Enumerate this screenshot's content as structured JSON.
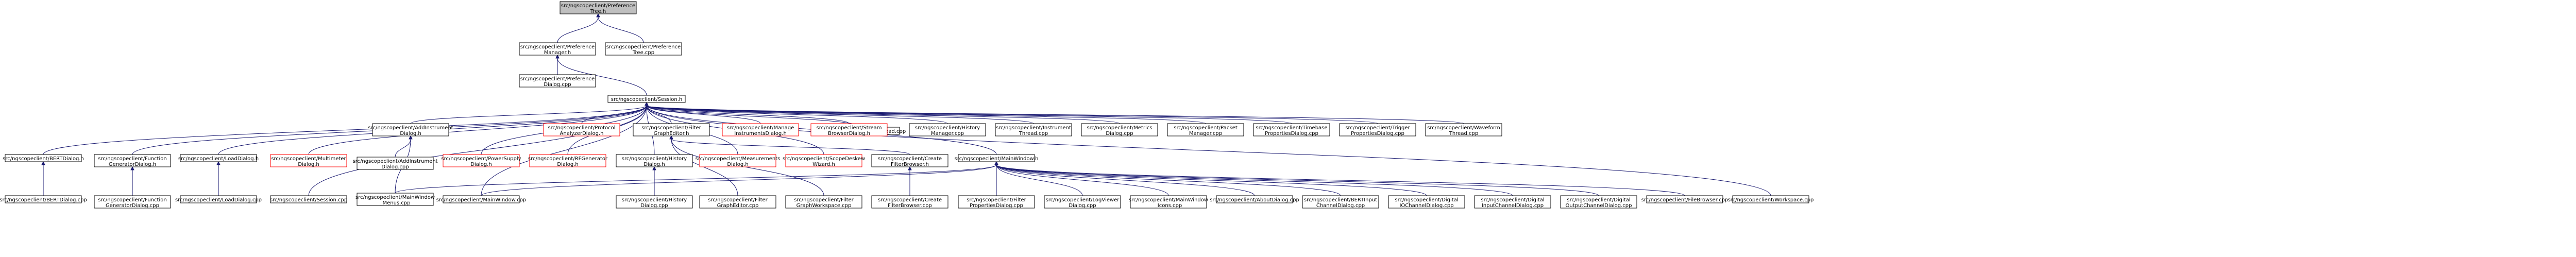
{
  "colors": {
    "edge": "#191970",
    "root_fill": "#bfbfbf",
    "highlight_border": "#ff0000"
  },
  "nodes": {
    "pref_h": [
      "src/ngscopeclient/Preference",
      "Tree.h"
    ],
    "prefmgr_h": [
      "src/ngscopeclient/Preference",
      "Manager.h"
    ],
    "preftree_cpp": [
      "src/ngscopeclient/Preference",
      "Tree.cpp"
    ],
    "prefdlg_cpp": [
      "src/ngscopeclient/Preference",
      "Dialog.cpp"
    ],
    "session_h": [
      "src/ngscopeclient/Session.h"
    ],
    "bertthread_cpp": [
      "src/ngscopeclient/BERTThread.cpp"
    ],
    "histmgr_cpp": [
      "src/ngscopeclient/History",
      "Manager.cpp"
    ],
    "instthread_cpp": [
      "src/ngscopeclient/Instrument",
      "Thread.cpp"
    ],
    "metrics_cpp": [
      "src/ngscopeclient/Metrics",
      "Dialog.cpp"
    ],
    "packetmgr_cpp": [
      "src/ngscopeclient/Packet",
      "Manager.cpp"
    ],
    "timebase_cpp": [
      "src/ngscopeclient/Timebase",
      "PropertiesDialog.cpp"
    ],
    "trigger_cpp": [
      "src/ngscopeclient/Trigger",
      "PropertiesDialog.cpp"
    ],
    "waveform_cpp": [
      "src/ngscopeclient/Waveform",
      "Thread.cpp"
    ],
    "addinst_h": [
      "src/ngscopeclient/AddInstrument",
      "Dialog.h"
    ],
    "protocol_h": [
      "src/ngscopeclient/Protocol",
      "AnalyzerDialog.h"
    ],
    "filtergraph_h": [
      "src/ngscopeclient/Filter",
      "GraphEditor.h"
    ],
    "manageinst_h": [
      "src/ngscopeclient/Manage",
      "InstrumentsDialog.h"
    ],
    "streambrowser_h": [
      "src/ngscopeclient/Stream",
      "BrowserDialog.h"
    ],
    "bertdlg_h": [
      "src/ngscopeclient/BERTDialog.h"
    ],
    "funcgen_h": [
      "src/ngscopeclient/Function",
      "GeneratorDialog.h"
    ],
    "loaddlg_h": [
      "src/ngscopeclient/LoadDialog.h"
    ],
    "multimeter_h": [
      "src/ngscopeclient/Multimeter",
      "Dialog.h"
    ],
    "addinst_cpp": [
      "src/ngscopeclient/AddInstrument",
      "Dialog.cpp"
    ],
    "powersupply_h": [
      "src/ngscopeclient/PowerSupply",
      "Dialog.h"
    ],
    "rfgen_h": [
      "src/ngscopeclient/RFGenerator",
      "Dialog.h"
    ],
    "history_h": [
      "src/ngscopeclient/History",
      "Dialog.h"
    ],
    "measurements_h": [
      "src/ngscopeclient/Measurements",
      "Dialog.h"
    ],
    "deskew_h": [
      "src/ngscopeclient/ScopeDeskew",
      "Wizard.h"
    ],
    "createfilter_h": [
      "src/ngscopeclient/Create",
      "FilterBrowser.h"
    ],
    "mainwindow_h": [
      "src/ngscopeclient/MainWindow.h"
    ],
    "bertdlg_cpp": [
      "src/ngscopeclient/BERTDialog.cpp"
    ],
    "funcgen_cpp": [
      "src/ngscopeclient/Function",
      "GeneratorDialog.cpp"
    ],
    "loaddlg_cpp": [
      "src/ngscopeclient/LoadDialog.cpp"
    ],
    "session_cpp": [
      "src/ngscopeclient/Session.cpp"
    ],
    "menus_cpp": [
      "src/ngscopeclient/MainWindow",
      "_Menus.cpp"
    ],
    "mainwindow_cpp": [
      "src/ngscopeclient/MainWindow.cpp"
    ],
    "history_cpp": [
      "src/ngscopeclient/History",
      "Dialog.cpp"
    ],
    "graphfilter_cpp": [
      "src/ngscopeclient/Filter",
      "GraphEditor.cpp"
    ],
    "graphworkspace_cpp": [
      "src/ngscopeclient/Filter",
      "GraphWorkspace.cpp"
    ],
    "createfilter_cpp": [
      "src/ngscopeclient/Create",
      "FilterBrowser.cpp"
    ],
    "filterprops_cpp": [
      "src/ngscopeclient/Filter",
      "PropertiesDialog.cpp"
    ],
    "logviewer_cpp": [
      "src/ngscopeclient/LogViewer",
      "Dialog.cpp"
    ],
    "icons_cpp": [
      "src/ngscopeclient/MainWindow",
      "_Icons.cpp"
    ],
    "about_cpp": [
      "src/ngscopeclient/AboutDialog.cpp"
    ],
    "bertinput_cpp": [
      "src/ngscopeclient/BERTInput",
      "ChannelDialog.cpp"
    ],
    "digitalio_cpp": [
      "src/ngscopeclient/Digital",
      "IOChannelDialog.cpp"
    ],
    "digitalin_cpp": [
      "src/ngscopeclient/Digital",
      "InputChannelDialog.cpp"
    ],
    "digitalout_cpp": [
      "src/ngscopeclient/Digital",
      "OutputChannelDialog.cpp"
    ],
    "filebrowser_cpp": [
      "src/ngscopeclient/FileBrowser.cpp"
    ],
    "workspace_cpp": [
      "src/ngscopeclient/Workspace.cpp"
    ]
  }
}
